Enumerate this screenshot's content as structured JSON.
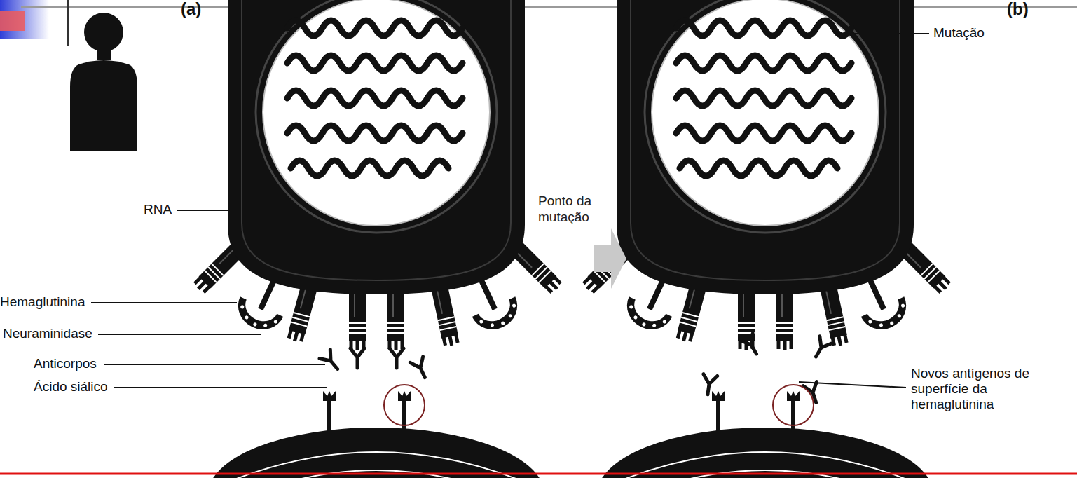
{
  "diagram": {
    "nodes": [
      {
        "text": [
          "Ponto da mutação"
        ]
      }
    ],
    "labels": [
      "(a)",
      "(b)",
      "RNA",
      "Hemaglutinina",
      "Neuraminidase",
      "Anticorpos",
      "Ácido siálico",
      "Mutação",
      "Novos antígenos de superfície da hemaglutinina"
    ]
  }
}
